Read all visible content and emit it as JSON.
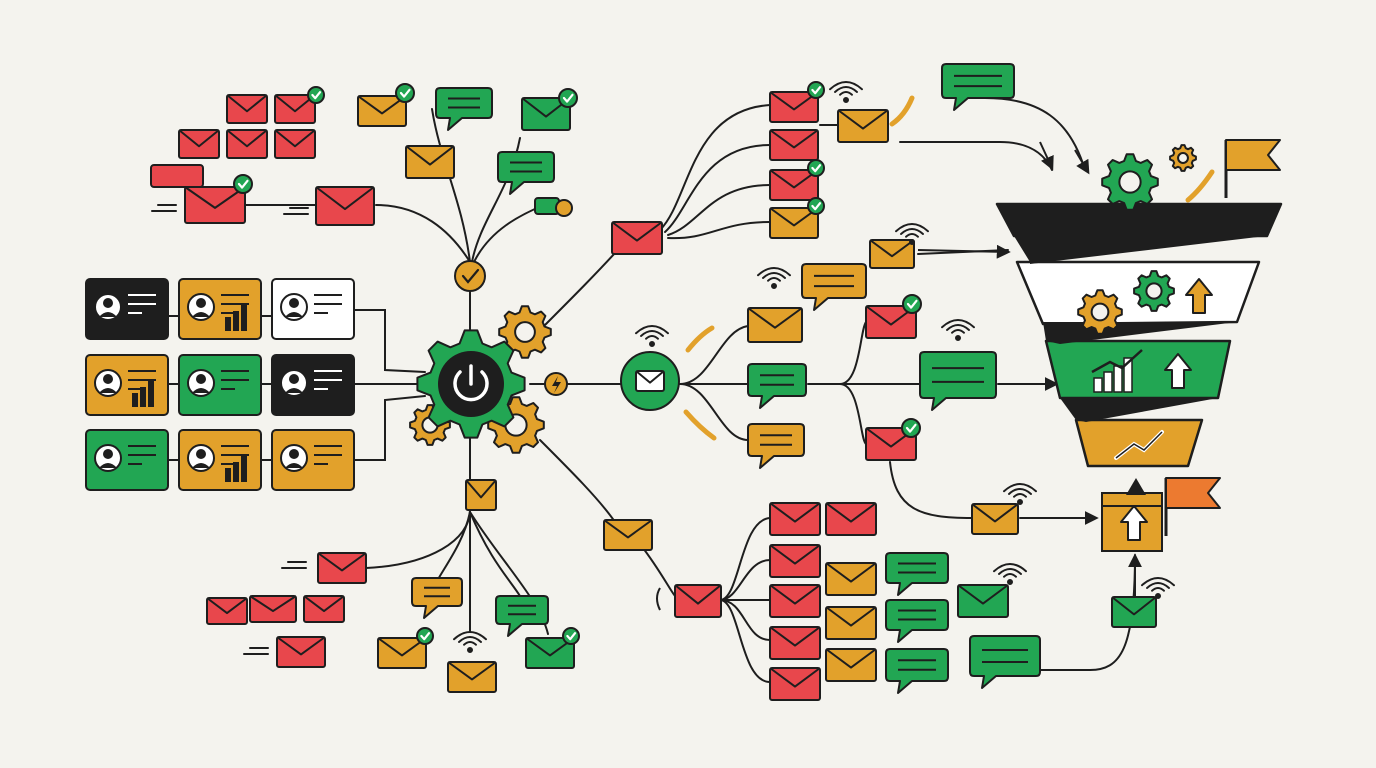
{
  "colors": {
    "background": "#f4f3ee",
    "ink": "#1e1e1e",
    "red": "#e8474c",
    "green": "#22a653",
    "amber": "#e2a12b",
    "orange": "#ec7a30",
    "white": "#ffffff"
  },
  "icons": {
    "hub": "power-icon",
    "node": "envelope-icon",
    "message": "chat-bubble-icon",
    "contact": "contact-card-icon",
    "status": "checkmark-icon",
    "signal": "wifi-signal-icon",
    "settings": "gear-icon",
    "goal": "flag-icon",
    "trend": "trend-arrow-icon",
    "pipeline": "funnel-icon"
  },
  "diagram": {
    "theme": "email automation flow into conversion funnel",
    "contact_cards": [
      {
        "color": "black",
        "graphic": "avatar"
      },
      {
        "color": "amber",
        "graphic": "avatar-chart"
      },
      {
        "color": "white",
        "graphic": "avatar"
      },
      {
        "color": "amber",
        "graphic": "avatar-chart"
      },
      {
        "color": "green",
        "graphic": "avatar"
      },
      {
        "color": "black",
        "graphic": "avatar"
      },
      {
        "color": "green",
        "graphic": "avatar"
      },
      {
        "color": "amber",
        "graphic": "avatar-chart"
      },
      {
        "color": "amber",
        "graphic": "avatar"
      }
    ],
    "funnel_stages": [
      {
        "color": "black"
      },
      {
        "color": "white"
      },
      {
        "color": "green"
      },
      {
        "color": "amber"
      }
    ]
  }
}
